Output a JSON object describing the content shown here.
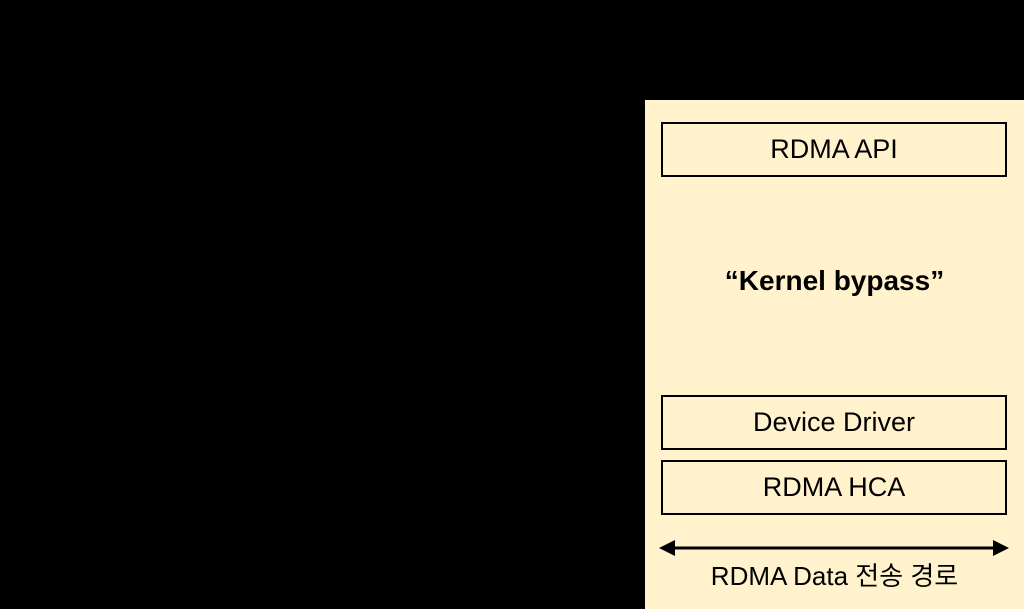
{
  "diagram": {
    "panel": {
      "boxes": {
        "rdma_api": "RDMA API",
        "device_driver": "Device Driver",
        "rdma_hca": "RDMA HCA"
      },
      "kernel_bypass_label": "“Kernel bypass”",
      "arrow_caption": "RDMA Data 전송 경로"
    }
  },
  "colors": {
    "page_bg": "#000000",
    "panel_bg": "#FFF2CC",
    "line_color": "#000000"
  }
}
